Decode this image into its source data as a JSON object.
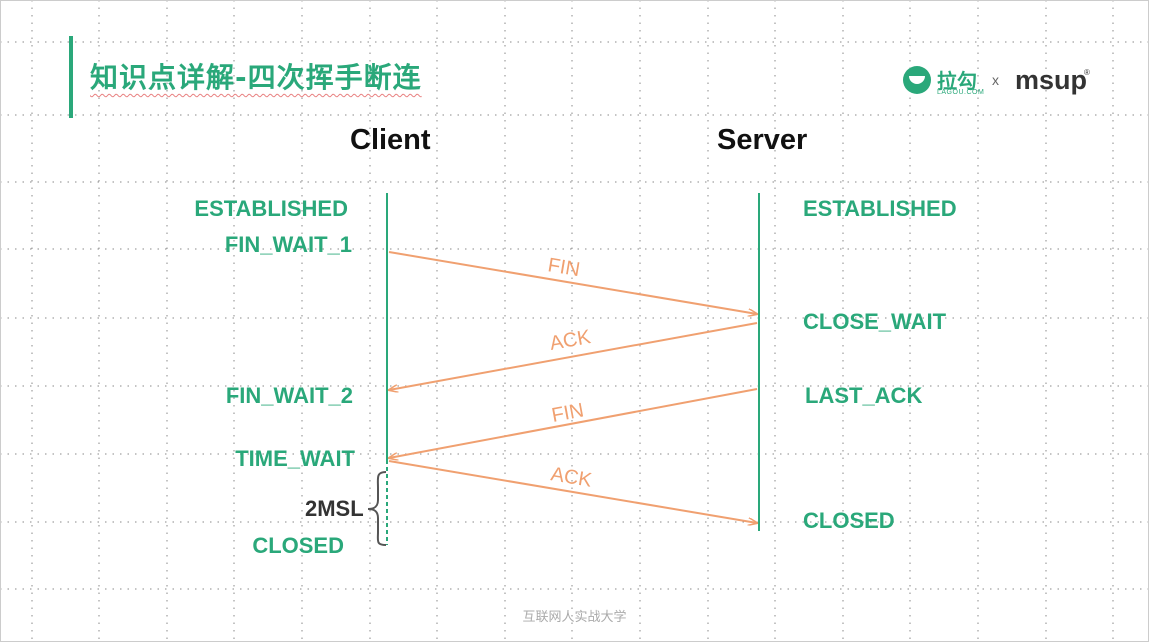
{
  "title": "知识点详解-四次挥手断连",
  "logo": {
    "lagou_cn": "拉勾",
    "lagou_en": "LAGOU.COM",
    "separator": "x",
    "msup": "msup",
    "msup_mark": "®"
  },
  "headings": {
    "client": "Client",
    "server": "Server"
  },
  "client_states": {
    "established": "ESTABLISHED",
    "fin_wait_1": "FIN_WAIT_1",
    "fin_wait_2": "FIN_WAIT_2",
    "time_wait": "TIME_WAIT",
    "closed": "CLOSED"
  },
  "server_states": {
    "established": "ESTABLISHED",
    "close_wait": "CLOSE_WAIT",
    "last_ack": "LAST_ACK",
    "closed": "CLOSED"
  },
  "timer_label": "2MSL",
  "messages": {
    "fin_1": "FIN",
    "ack_1": "ACK",
    "fin_2": "FIN",
    "ack_2": "ACK"
  },
  "footer": "互联网人实战大学",
  "colors": {
    "accent": "#2aa87a",
    "arrow": "#f0a070",
    "grid": "#9a9a9a"
  }
}
